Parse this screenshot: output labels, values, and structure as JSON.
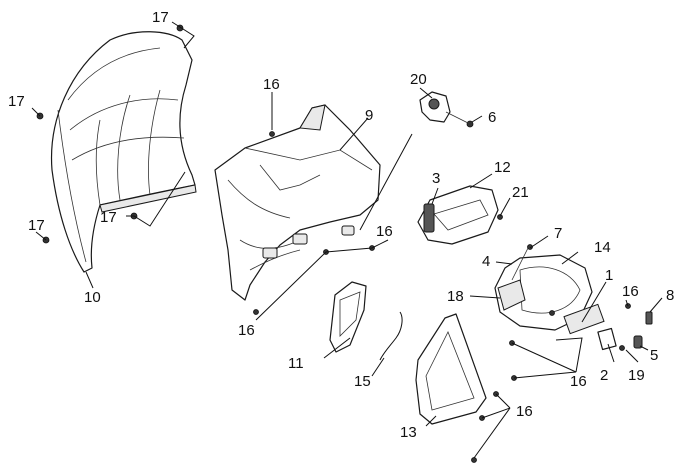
{
  "diagram": {
    "callouts": {
      "c1": "1",
      "c2": "2",
      "c3": "3",
      "c4": "4",
      "c5": "5",
      "c6": "6",
      "c7": "7",
      "c8": "8",
      "c9": "9",
      "c10": "10",
      "c11": "11",
      "c12": "12",
      "c13": "13",
      "c14": "14",
      "c15": "15",
      "c16": "16",
      "c17": "17",
      "c18": "18",
      "c19": "19",
      "c20": "20",
      "c21": "21"
    },
    "line_color": "#1a1a1a",
    "background": "#ffffff"
  }
}
